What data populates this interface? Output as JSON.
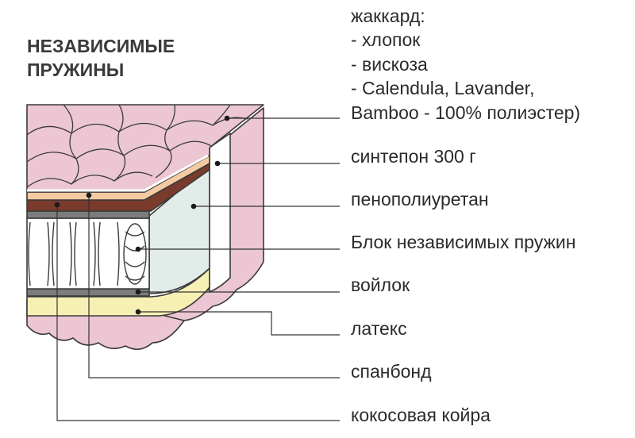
{
  "title": {
    "line1": "НЕЗАВИСИМЫЕ",
    "line2": "ПРУЖИНЫ"
  },
  "layers": {
    "jacquard": {
      "heading": "жаккард:",
      "items": [
        "- хлопок",
        "- вискоза",
        "- Calendula, Lavander,",
        "Bamboo - 100% полиэстер)"
      ]
    },
    "sintepon": "синтепон 300 г",
    "ppu": "пенополиуретан",
    "springs": "Блок независимых пружин",
    "felt": "войлок",
    "latex": "латекс",
    "spunbond": "спанбонд",
    "coir": "кокосовая койра"
  },
  "colors": {
    "jacquard": "#ecc6d2",
    "sintepon": "#ffffff",
    "ppu": "#e2ece9",
    "felt": "#7c7c7c",
    "latex": "#f6f0b4",
    "spunbond": "#f3caa2",
    "coir": "#7a3a2c",
    "outline": "#3a3a3a"
  }
}
